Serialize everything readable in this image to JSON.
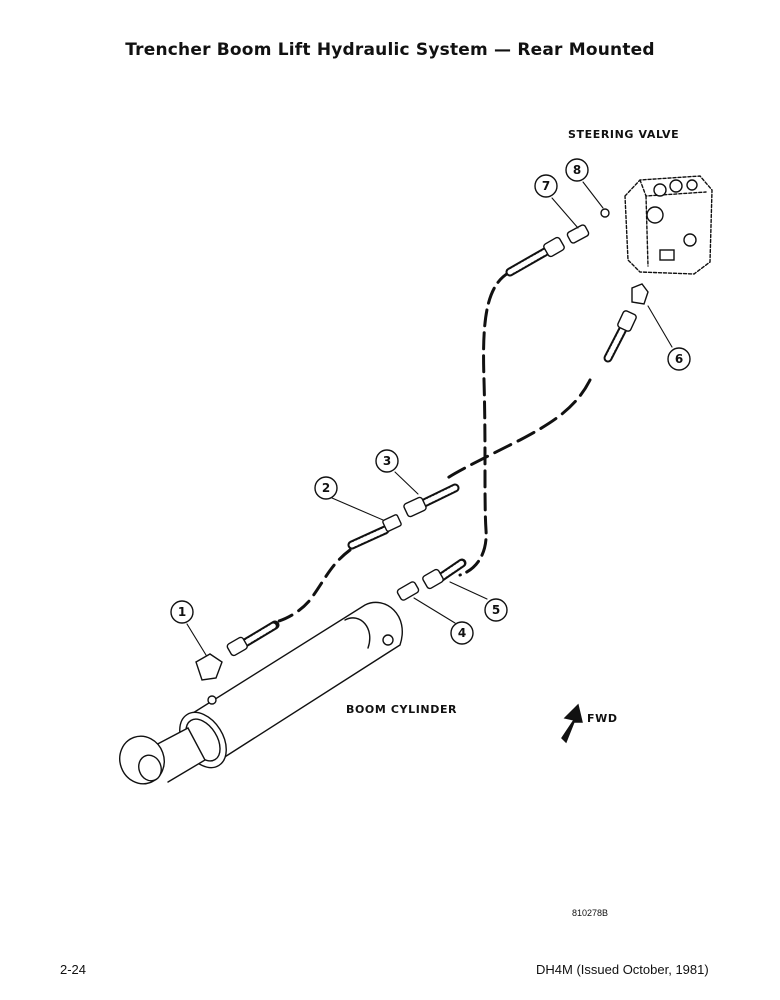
{
  "title": "Trencher Boom Lift Hydraulic System — Rear Mounted",
  "labels": {
    "steering_valve": "STEERING VALVE",
    "boom_cylinder": "BOOM CYLINDER",
    "forward": "FWD"
  },
  "callouts": [
    "1",
    "2",
    "3",
    "4",
    "5",
    "6",
    "7",
    "8"
  ],
  "figure_number": "810278B",
  "footer": {
    "page": "2-24",
    "document": "DH4M (Issued October, 1981)"
  }
}
